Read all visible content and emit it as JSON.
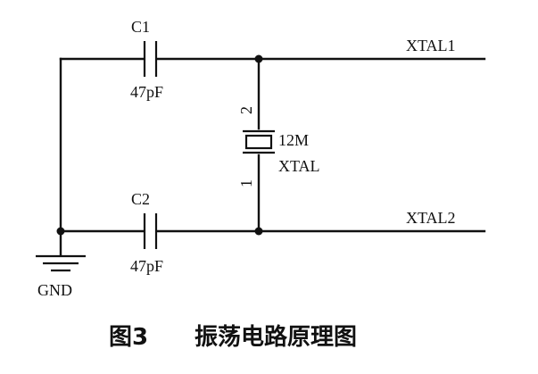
{
  "components": {
    "c1": {
      "ref": "C1",
      "value": "47pF"
    },
    "c2": {
      "ref": "C2",
      "value": "47pF"
    },
    "crystal": {
      "value": "12M",
      "name": "XTAL",
      "pin_top": "2",
      "pin_bottom": "1"
    }
  },
  "nets": {
    "xtal1": "XTAL1",
    "xtal2": "XTAL2",
    "ground": "GND"
  },
  "caption": {
    "number": "图3",
    "title": "振荡电路原理图"
  }
}
